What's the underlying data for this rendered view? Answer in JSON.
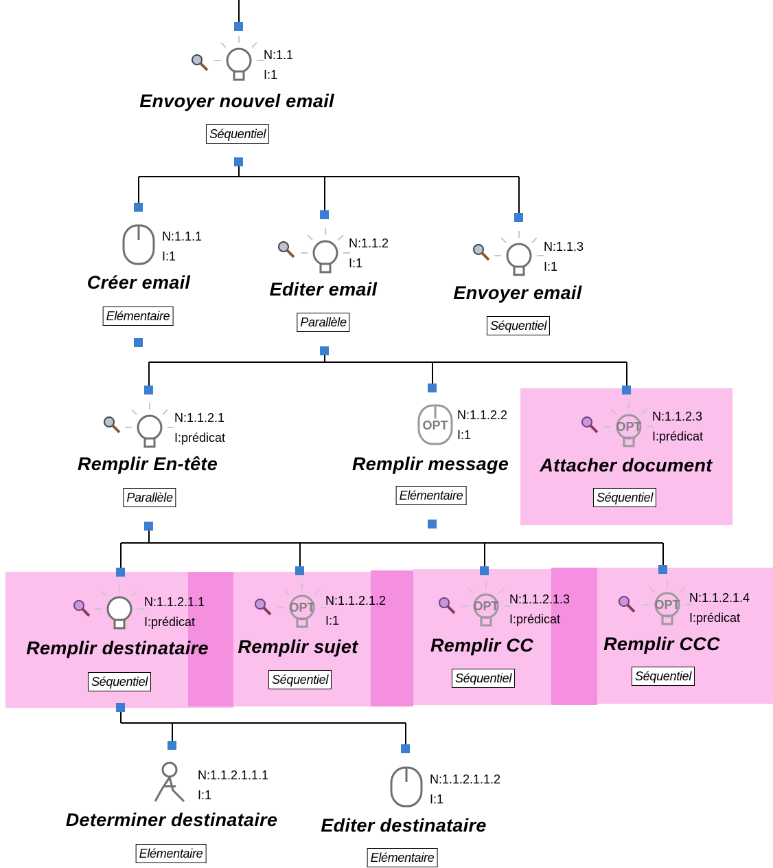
{
  "nodes": {
    "n1": {
      "title": "Envoyer nouvel email",
      "operator": "Séquentiel",
      "id": "N:1.1",
      "iter": "I:1",
      "icon": "abstract-task-icon"
    },
    "n11": {
      "title": "Créer email",
      "operator": "Elémentaire",
      "id": "N:1.1.1",
      "iter": "I:1",
      "icon": "mouse-interaction-icon"
    },
    "n12": {
      "title": "Editer email",
      "operator": "Parallèle",
      "id": "N:1.1.2",
      "iter": "I:1",
      "icon": "abstract-task-icon"
    },
    "n13": {
      "title": "Envoyer email",
      "operator": "Séquentiel",
      "id": "N:1.1.3",
      "iter": "I:1",
      "icon": "abstract-task-icon"
    },
    "n121": {
      "title": "Remplir En-tête",
      "operator": "Parallèle",
      "id": "N:1.1.2.1",
      "iter": "I:prédicat",
      "icon": "abstract-task-icon"
    },
    "n122": {
      "title": "Remplir message",
      "operator": "Elémentaire",
      "id": "N:1.1.2.2",
      "iter": "I:1",
      "icon": "optional-interaction-icon",
      "opt_label": "OPT"
    },
    "n123": {
      "title": "Attacher document",
      "operator": "Séquentiel",
      "id": "N:1.1.2.3",
      "iter": "I:prédicat",
      "icon": "optional-abstract-task-icon",
      "opt_label": "OPT"
    },
    "n1211": {
      "title": "Remplir destinataire",
      "operator": "Séquentiel",
      "id": "N:1.1.2.1.1",
      "iter": "I:prédicat",
      "icon": "abstract-task-icon"
    },
    "n1212": {
      "title": "Remplir sujet",
      "operator": "Séquentiel",
      "id": "N:1.1.2.1.2",
      "iter": "I:1",
      "icon": "optional-abstract-task-icon",
      "opt_label": "OPT"
    },
    "n1213": {
      "title": "Remplir CC",
      "operator": "Séquentiel",
      "id": "N:1.1.2.1.3",
      "iter": "I:prédicat",
      "icon": "optional-abstract-task-icon",
      "opt_label": "OPT"
    },
    "n1214": {
      "title": "Remplir CCC",
      "operator": "Séquentiel",
      "id": "N:1.1.2.1.4",
      "iter": "I:prédicat",
      "icon": "optional-abstract-task-icon",
      "opt_label": "OPT"
    },
    "n12111": {
      "title": "Determiner destinataire",
      "operator": "Elémentaire",
      "id": "N:1.1.2.1.1.1",
      "iter": "I:1",
      "icon": "user-task-icon"
    },
    "n12112": {
      "title": "Editer destinataire",
      "operator": "Elémentaire",
      "id": "N:1.1.2.1.1.2",
      "iter": "I:1",
      "icon": "mouse-interaction-icon"
    }
  },
  "colors": {
    "connector": "#000000",
    "port": "#3a7fd0",
    "highlight": "#fbc0ec",
    "highlight_overlap": "#f58fe0",
    "icon_stroke": "#6f6f6f",
    "magnifier_purple": "#7b3a8f"
  }
}
